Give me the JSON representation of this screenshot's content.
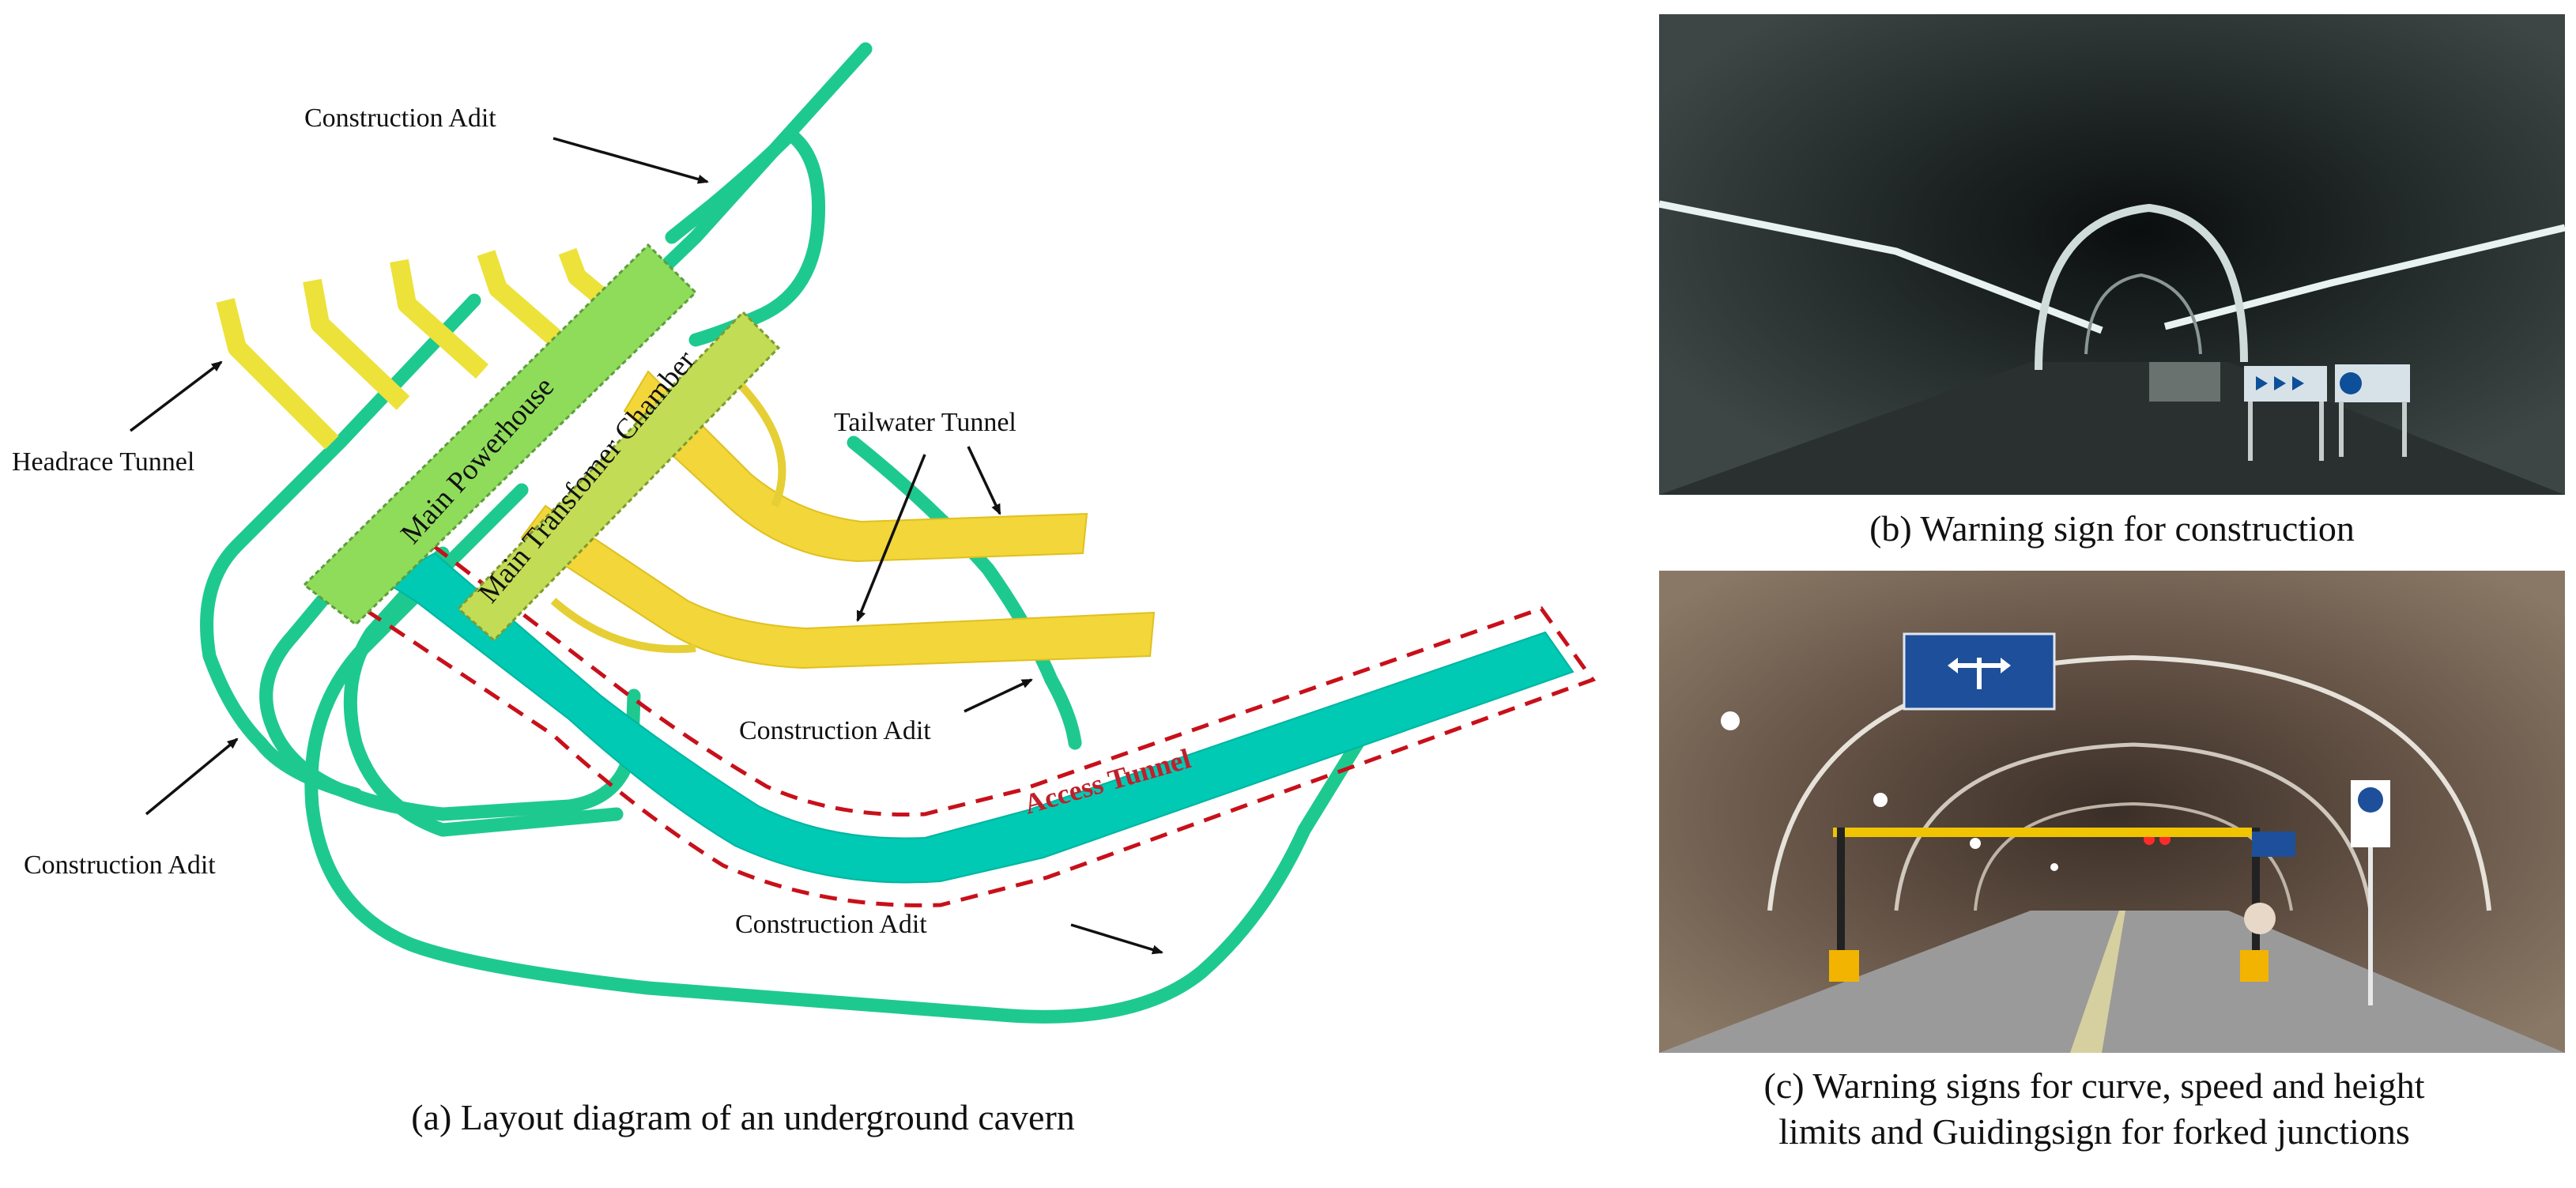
{
  "diagram": {
    "labels": {
      "construction_adit_top": "Construction Adit",
      "headrace_tunnel": "Headrace Tunnel",
      "tailwater_tunnel": "Tailwater Tunnel",
      "main_powerhouse": "Main Powerhouse",
      "main_transformer_chamber": "Main Transfomer Chamber",
      "construction_adit_mid": "Construction Adit",
      "access_tunnel": "Access Tunnel",
      "construction_adit_left": "Construction Adit",
      "construction_adit_bottom": "Construction Adit"
    },
    "colors": {
      "adit_green": "#1ec98f",
      "access_teal": "#00c9b4",
      "headrace_yellow": "#ece23a",
      "tailwater_yellow": "#f2d63a",
      "powerhouse_green": "#8fdc5a",
      "transformer_green": "#c3dc55",
      "access_label_red": "#c0202a",
      "dashed_outline_red": "#c8101a"
    }
  },
  "captions": {
    "a": "(a) Layout diagram of an underground cavern",
    "b": "(b) Warning sign for construction",
    "c_line1": "(c) Warning signs for curve, speed and height",
    "c_line2": "limits and Guidingsign for forked junctions"
  }
}
